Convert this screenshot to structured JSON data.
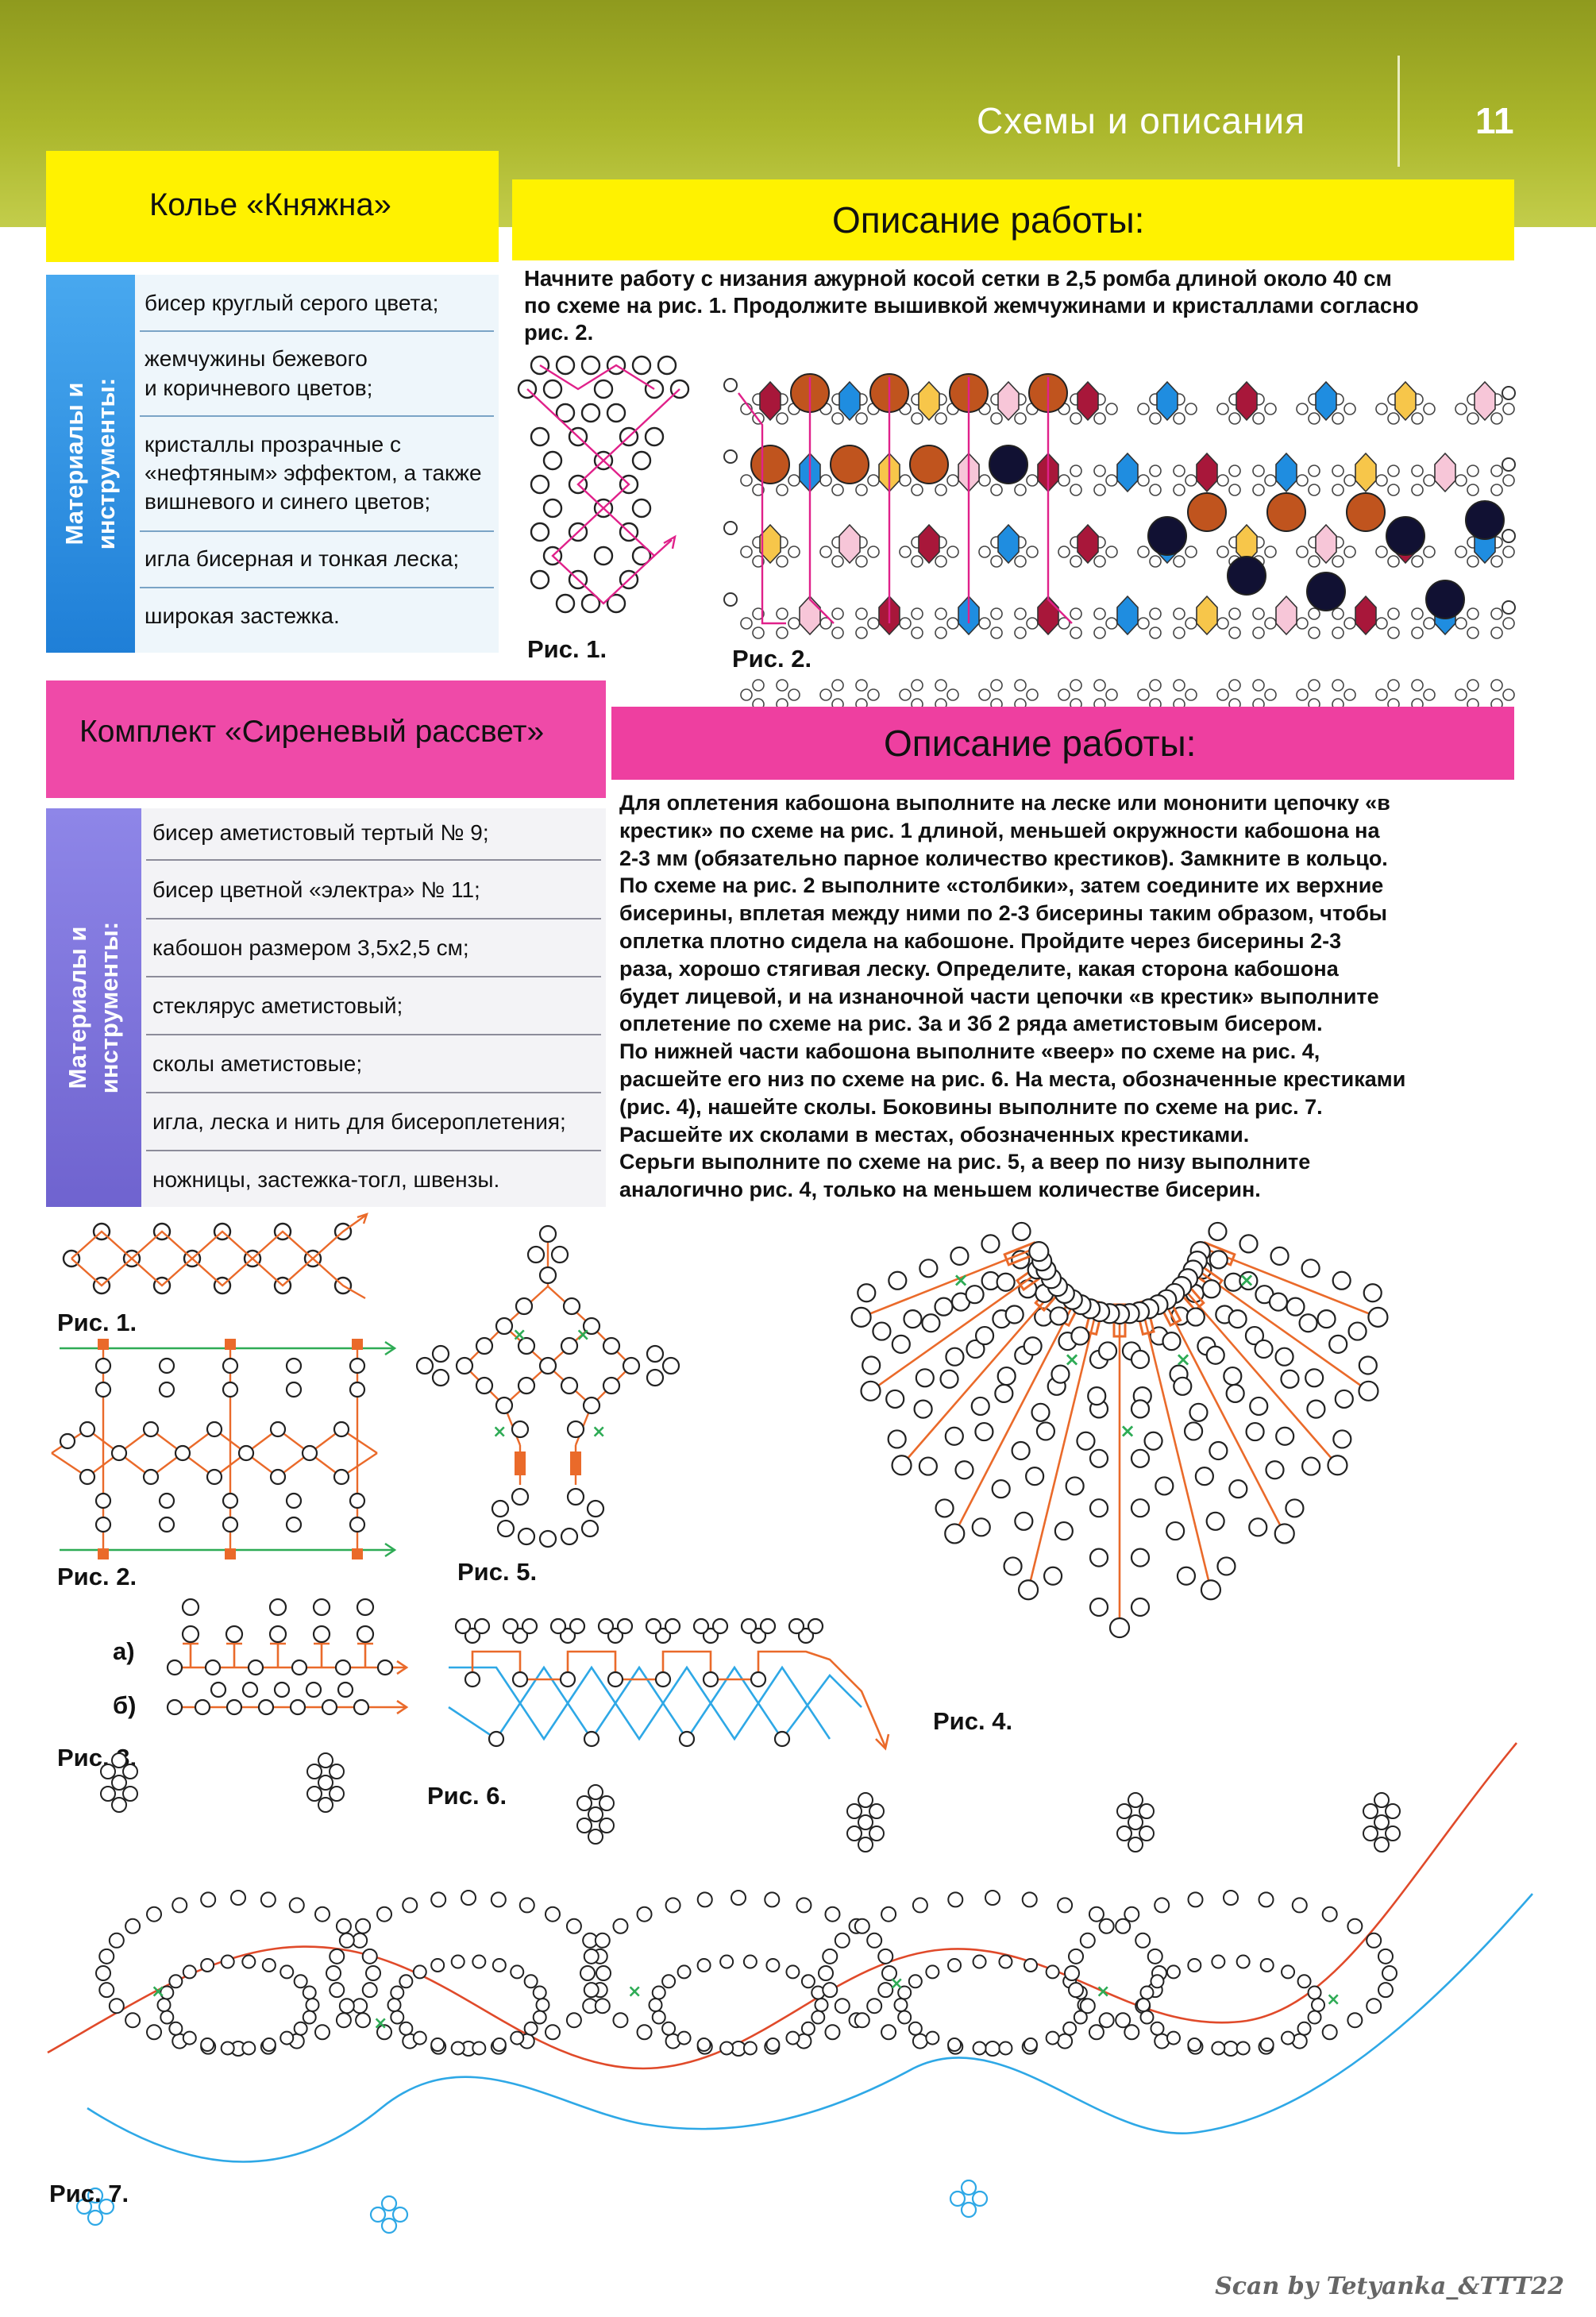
{
  "header": {
    "section": "Схемы и описания",
    "page_number": "11"
  },
  "project1": {
    "title": "Колье «Княжна»",
    "materials_label": "Материалы и инструменты:",
    "materials": [
      "бисер круглый серого цвета;",
      "жемчужины бежевого",
      "и коричневого цветов;",
      "кристаллы прозрачные с",
      "«нефтяным» эффектом, а также",
      "вишневого и синего цветов;",
      "игла бисерная и тонкая леска;",
      "широкая застежка."
    ],
    "desc_title": "Описание работы:",
    "description": [
      "Начните работу с низания ажурной косой сетки в 2,5 ромба длиной около 40 см",
      "по схеме на рис. 1. Продолжите вышивкой жемчужинами и кристаллами согласно",
      "рис. 2."
    ],
    "fig1": "Рис. 1.",
    "fig2": "Рис. 2."
  },
  "project2": {
    "title": "Комплект «Сиреневый рассвет»",
    "materials_label": "Материалы и инструменты:",
    "materials": [
      "бисер аметистовый тертый № 9;",
      "бисер цветной «электра» № 11;",
      "кабошон размером 3,5х2,5 см;",
      "стеклярус аметистовый;",
      "сколы аметистовые;",
      "игла, леска и нить для бисероплетения;",
      "ножницы, застежка-тогл, швензы."
    ],
    "desc_title": "Описание работы:",
    "description": [
      "Для оплетения кабошона выполните на леске или мононити цепочку «в",
      "крестик» по схеме на рис. 1 длиной, меньшей окружности кабошона на",
      "2-3 мм (обязательно парное количество крестиков). Замкните в кольцо.",
      "По схеме на рис. 2 выполните «столбики», затем соедините их верхние",
      "бисерины, вплетая между ними по 2-3 бисерины таким образом, чтобы",
      "оплетка плотно сидела на кабошоне. Пройдите через бисерины 2-3",
      "раза, хорошо стягивая леску. Определите, какая сторона кабошона",
      "будет лицевой, и на изнаночной части цепочки «в крестик» выполните",
      "оплетение по схеме на рис. 3а и 3б 2 ряда аметистовым бисером.",
      "По нижней части кабошона выполните «веер» по схеме на рис. 4,",
      "расшейте его низ по схеме на рис. 6. На места, обозначенные крестиками",
      "(рис. 4), нашейте сколы. Боковины выполните по схеме на рис. 7.",
      "Расшейте их сколами в местах, обозначенных крестиками.",
      "Серьги выполните по схеме на рис. 5, а веер по низу выполните",
      "аналогично рис. 4, только на меньшем количестве бисерин."
    ],
    "figs": {
      "f1": "Рис. 1.",
      "f2": "Рис. 2.",
      "f3": "Рис. 3.",
      "f3a": "а)",
      "f3b": "б)",
      "f4": "Рис. 4.",
      "f5": "Рис. 5.",
      "f6": "Рис. 6.",
      "f7": "Рис. 7."
    }
  },
  "credit": "Scan by Tetyanka_&TTT22",
  "colors": {
    "header": "#a4b02a",
    "yellow": "#fff200",
    "pink": "#ee3fa0",
    "blue_label": "#2e8fe0",
    "violet_label": "#7b6fd6",
    "thread_orange": "#ea6a2a",
    "thread_blue": "#2ea8e6"
  }
}
